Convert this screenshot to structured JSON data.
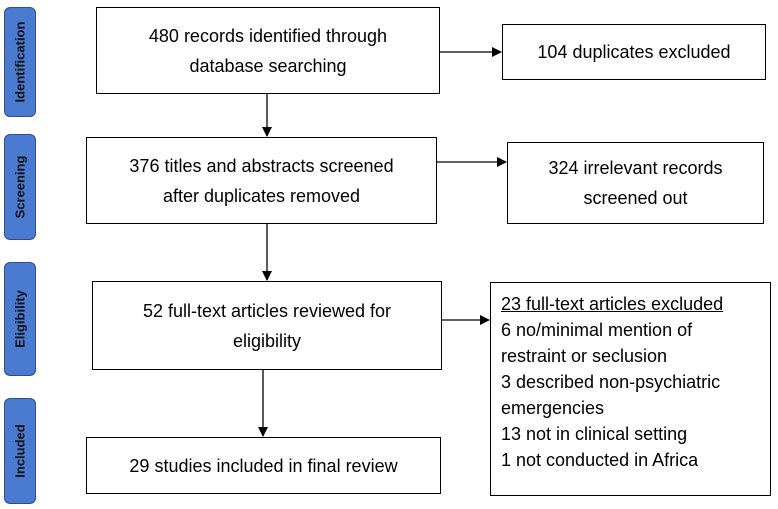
{
  "stages": {
    "identification": "Identification",
    "screening": "Screening",
    "eligibility": "Eligibility",
    "included": "Included"
  },
  "boxes": {
    "identified": [
      "480 records identified through",
      "database searching"
    ],
    "duplicates": [
      "104 duplicates excluded"
    ],
    "screened": [
      "376 titles and abstracts screened",
      "after duplicates removed"
    ],
    "irrelevant": [
      "324 irrelevant records",
      "screened out"
    ],
    "fulltext": [
      "52 full-text articles reviewed for",
      "eligibility"
    ],
    "excluded": {
      "heading": "23 full-text articles excluded",
      "reasons": [
        "6 no/minimal mention of",
        "restraint or seclusion",
        "3 described non-psychiatric",
        "emergencies",
        "13 not in clinical setting",
        "1 not conducted in Africa"
      ]
    },
    "included": [
      "29 studies included in final review"
    ]
  }
}
